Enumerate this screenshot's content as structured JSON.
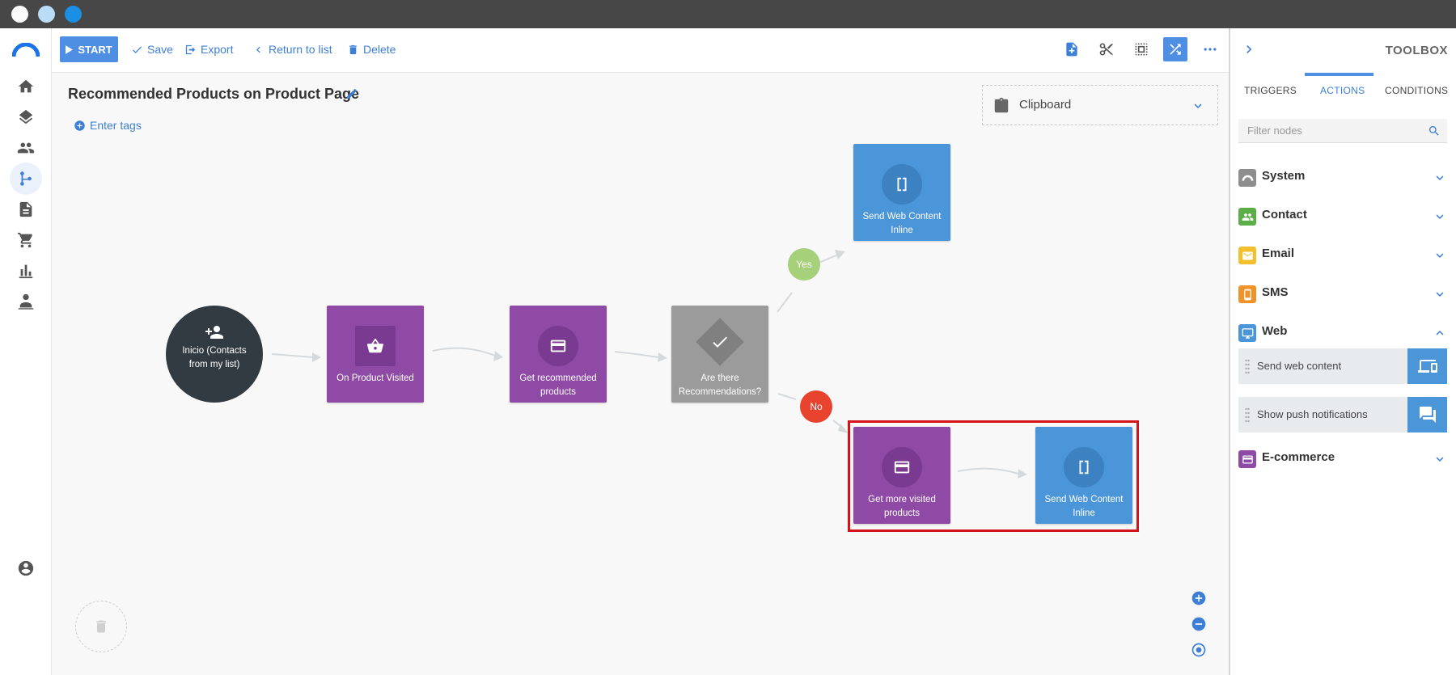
{
  "toolbar": {
    "start_label": "START",
    "save_label": "Save",
    "export_label": "Export",
    "return_label": "Return to list",
    "delete_label": "Delete"
  },
  "page": {
    "title": "Recommended Products on Product Page",
    "enter_tags": "Enter tags"
  },
  "clipboard": {
    "label": "Clipboard"
  },
  "nodes": {
    "start": "Inicio (Contacts from my list)",
    "product_visited": "On Product Visited",
    "get_recommended": "Get recommended products",
    "are_there": "Are there Recommendations?",
    "send_inline_top": "Send Web Content Inline",
    "get_more_visited": "Get more visited products",
    "send_inline_bottom": "Send Web Content Inline"
  },
  "branches": {
    "yes": "Yes",
    "no": "No"
  },
  "toolbox": {
    "title": "TOOLBOX",
    "tabs": [
      "TRIGGERS",
      "ACTIONS",
      "CONDITIONS"
    ],
    "active_tab": "ACTIONS",
    "filter_placeholder": "Filter nodes",
    "categories": [
      {
        "label": "System",
        "color": "#8e8e8e",
        "icon": "system-icon",
        "expanded": false
      },
      {
        "label": "Contact",
        "color": "#5cae4a",
        "icon": "contact-icon",
        "expanded": false
      },
      {
        "label": "Email",
        "color": "#f3c02d",
        "icon": "email-icon",
        "expanded": false
      },
      {
        "label": "SMS",
        "color": "#f0932b",
        "icon": "sms-icon",
        "expanded": false
      },
      {
        "label": "Web",
        "color": "#4b95d9",
        "icon": "web-icon",
        "expanded": true
      },
      {
        "label": "E-commerce",
        "color": "#8e4aa5",
        "icon": "ecommerce-icon",
        "expanded": false
      }
    ],
    "web_items": [
      "Send web content",
      "Show push notifications"
    ]
  },
  "colors": {
    "accent": "#3d7fd6",
    "purple_node": "#8e4aa5",
    "blue_node": "#4b95d9",
    "gray_node": "#9b9b9b",
    "start_node": "#323a42",
    "yes_badge": "#a7d07a",
    "no_badge": "#e8432f",
    "selection": "#d3131b"
  }
}
